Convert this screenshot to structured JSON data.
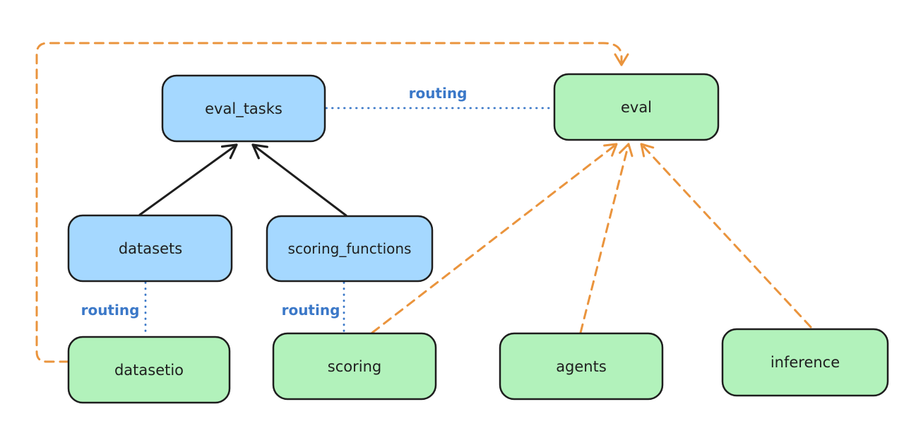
{
  "nodes": {
    "eval_tasks": {
      "label": "eval_tasks",
      "kind": "api"
    },
    "eval": {
      "label": "eval",
      "kind": "provider"
    },
    "datasets": {
      "label": "datasets",
      "kind": "api"
    },
    "scoring_functions": {
      "label": "scoring_functions",
      "kind": "api"
    },
    "datasetio": {
      "label": "datasetio",
      "kind": "provider"
    },
    "scoring": {
      "label": "scoring",
      "kind": "provider"
    },
    "agents": {
      "label": "agents",
      "kind": "provider"
    },
    "inference": {
      "label": "inference",
      "kind": "provider"
    }
  },
  "edge_labels": {
    "eval_tasks_eval": "routing",
    "datasets_datasetio": "routing",
    "scoring_functions_scoring": "routing"
  },
  "edges": [
    {
      "from": "datasets",
      "to": "eval_tasks",
      "style": "solid-arrow",
      "color": "black"
    },
    {
      "from": "scoring_functions",
      "to": "eval_tasks",
      "style": "solid-arrow",
      "color": "black"
    },
    {
      "from": "eval_tasks",
      "to": "eval",
      "style": "dotted",
      "color": "blue",
      "label": "routing"
    },
    {
      "from": "datasets",
      "to": "datasetio",
      "style": "dotted",
      "color": "blue",
      "label": "routing"
    },
    {
      "from": "scoring_functions",
      "to": "scoring",
      "style": "dotted",
      "color": "blue",
      "label": "routing"
    },
    {
      "from": "datasetio",
      "to": "eval",
      "style": "dashed-arrow",
      "color": "orange"
    },
    {
      "from": "scoring",
      "to": "eval",
      "style": "dashed-arrow",
      "color": "orange"
    },
    {
      "from": "agents",
      "to": "eval",
      "style": "dashed-arrow",
      "color": "orange"
    },
    {
      "from": "inference",
      "to": "eval",
      "style": "dashed-arrow",
      "color": "orange"
    }
  ],
  "colors": {
    "api_node_fill": "#a5d8ff",
    "provider_node_fill": "#b2f2bb",
    "node_stroke": "#1e1e1e",
    "routing_blue": "#3b78c8",
    "dependency_orange": "#ea943d",
    "background": "#ffffff"
  }
}
